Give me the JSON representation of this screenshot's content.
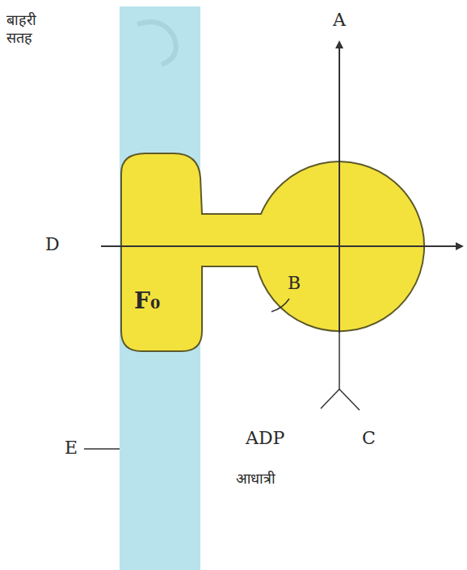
{
  "diagram": {
    "nodes": [
      {
        "text": [
          "F₀"
        ]
      }
    ],
    "labels": [
      "बाहरी सतह",
      "A",
      "D",
      "B",
      "E",
      "ADP",
      "C",
      "आधात्री"
    ]
  }
}
